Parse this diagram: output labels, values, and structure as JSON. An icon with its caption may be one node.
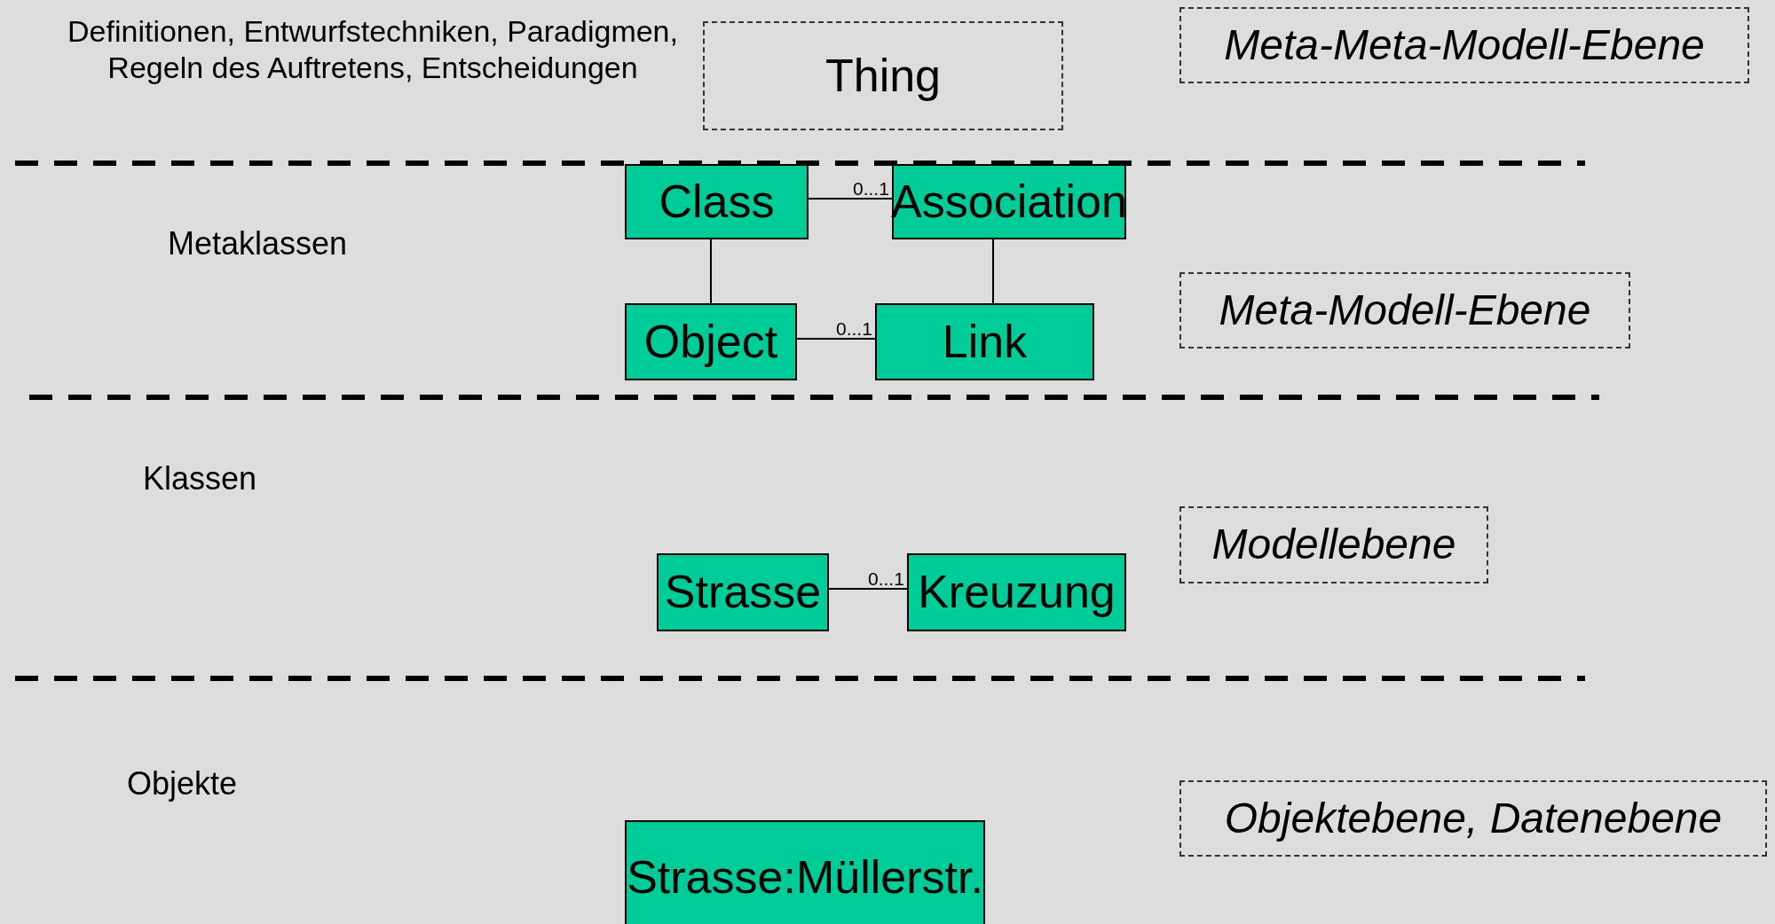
{
  "diagram": {
    "nodes": [
      {
        "text": [
          "Thing"
        ]
      },
      {
        "text": [
          "Meta-Meta-Modell-Ebene"
        ]
      },
      {
        "text": [
          "Class"
        ]
      },
      {
        "text": [
          "Association"
        ]
      },
      {
        "text": [
          "Object"
        ]
      },
      {
        "text": [
          "Link"
        ]
      },
      {
        "text": [
          "Meta-Modell-Ebene"
        ]
      },
      {
        "text": [
          "Strasse"
        ]
      },
      {
        "text": [
          "Kreuzung"
        ]
      },
      {
        "text": [
          "Modellebene"
        ]
      },
      {
        "text": [
          "Strasse:Müllerstr."
        ]
      },
      {
        "text": [
          "Objektebene, Datenebene"
        ]
      }
    ],
    "edges": [
      {
        "from": 2,
        "to": 3,
        "arrow": "none",
        "label": "0...1"
      },
      {
        "from": 2,
        "to": 4,
        "arrow": "none"
      },
      {
        "from": 3,
        "to": 5,
        "arrow": "none"
      },
      {
        "from": 4,
        "to": 5,
        "arrow": "none",
        "label": "0...1"
      },
      {
        "from": 7,
        "to": 8,
        "arrow": "none",
        "label": "0...1"
      }
    ],
    "labels": [
      "Definitionen, Entwurfstechniken, Paradigmen, Regeln des Auftretens, Entscheidungen",
      "Metaklassen",
      "Klassen",
      "Objekte"
    ]
  }
}
